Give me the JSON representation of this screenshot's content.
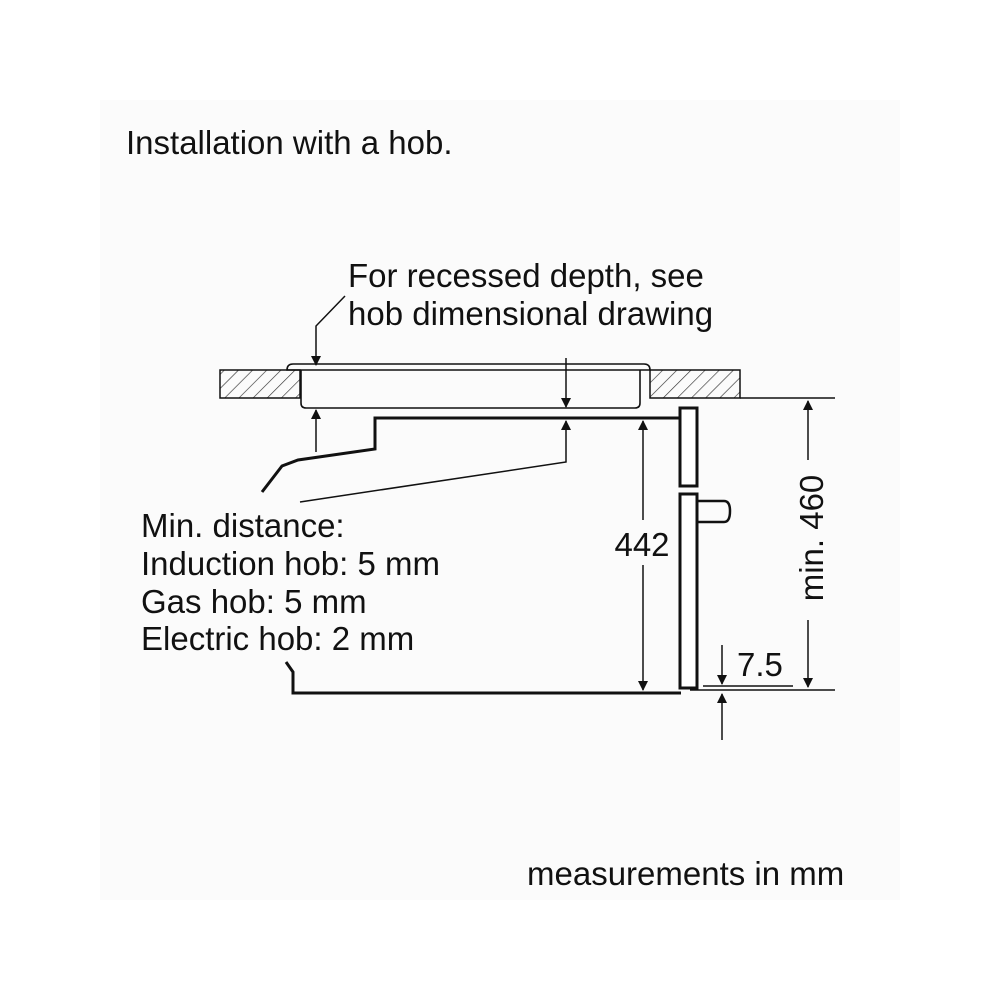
{
  "title": "Installation with a hob.",
  "recess_note": [
    "For recessed depth, see",
    "hob dimensional drawing"
  ],
  "min_distance": {
    "heading": "Min. distance:",
    "lines": [
      "Induction hob: 5 mm",
      "Gas hob: 5 mm",
      "Electric hob: 2 mm"
    ]
  },
  "dimensions": {
    "oven_height": "442",
    "niche_height": "min. 460",
    "bottom_offset": "7.5"
  },
  "footer": "measurements in mm"
}
